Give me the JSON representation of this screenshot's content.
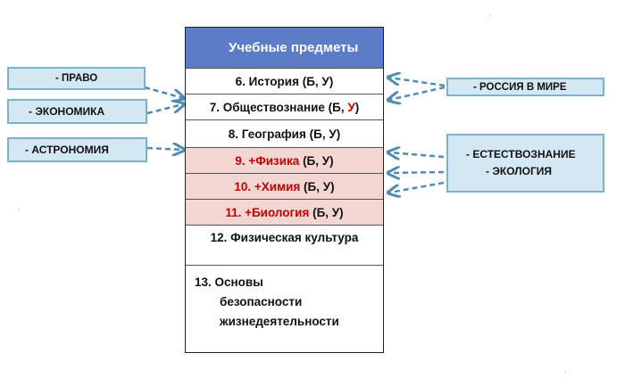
{
  "table": {
    "header": "Учебные предметы",
    "rows": [
      {
        "pre": "6. История (Б, У)",
        "highlight": "",
        "post": ""
      },
      {
        "pre": "7. Обществознание (Б, ",
        "highlight": "У",
        "post": ")"
      },
      {
        "pre": "8. География (Б, У)",
        "highlight": "",
        "post": ""
      },
      {
        "pre": "",
        "highlight": "9. +Физика",
        "post": " (Б, У)"
      },
      {
        "pre": "",
        "highlight": "10. +Химия",
        "post": " (Б, У)"
      },
      {
        "pre": "",
        "highlight": "11. +Биология",
        "post": " (Б, У)"
      },
      {
        "pre": "12. Физическая культура",
        "highlight": "",
        "post": ""
      }
    ],
    "last": {
      "line1": "13. Основы",
      "line2": "безопасности",
      "line3": "жизнедеятельности"
    }
  },
  "left_boxes": {
    "pravo": "- ПРАВО",
    "ekonomika": "-  ЭКОНОМИКА",
    "astronomiya": "-  АСТРОНОМИЯ"
  },
  "right_boxes": {
    "rossiya": "- РОССИЯ В МИРЕ",
    "estestvoznanie": "- ЕСТЕСТВОЗНАНИЕ",
    "ekologiya": "- ЭКОЛОГИЯ"
  },
  "colors": {
    "header_bg": "#5b7dc8",
    "pink_row_bg": "#f3d6d2",
    "box_bg": "#d3e8f3",
    "box_border": "#7fb1cd",
    "accent_red": "#c00000"
  }
}
